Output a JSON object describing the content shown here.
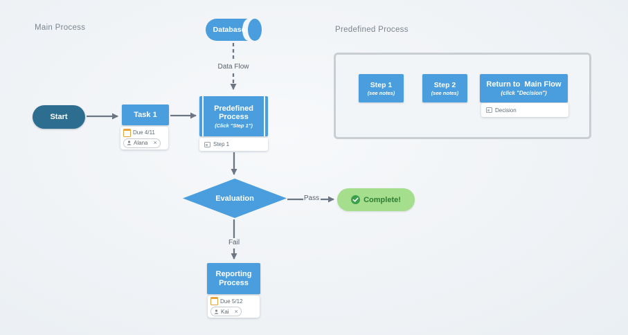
{
  "section_labels": {
    "main_process": "Main Process",
    "predefined_process": "Predefined Process"
  },
  "nodes": {
    "database": {
      "label": "Database"
    },
    "start": {
      "label": "Start"
    },
    "task1": {
      "label": "Task 1",
      "due": "Due 4/11",
      "assignee": "Alana"
    },
    "predefined": {
      "line1": "Predefined",
      "line2": "Process",
      "subtitle": "(Click \"Step 1\")",
      "tag": "Step 1"
    },
    "evaluation": {
      "label": "Evaluation"
    },
    "complete": {
      "label": "Complete!"
    },
    "reporting": {
      "line1": "Reporting",
      "line2": "Process",
      "due": "Due 5/12",
      "assignee": "Kai"
    },
    "step1": {
      "label": "Step 1",
      "subtitle": "(see notes)"
    },
    "step2": {
      "label": "Step 2",
      "subtitle": "(see notes)"
    },
    "return_flow": {
      "label": "Return to  Main Flow",
      "subtitle": "(click \"Decision\")",
      "tag": "Decision"
    }
  },
  "edge_labels": {
    "data_flow": "Data Flow",
    "pass": "Pass",
    "fail": "Fail"
  },
  "icons": {
    "calendar_icon": "calendar",
    "person_icon": "person",
    "remove_icon": "×",
    "check_circle_icon": "check-circle",
    "shape_link_icon": "shape-link"
  },
  "colors": {
    "shape_blue": "#4A9EDD",
    "start_blue": "#2D6E90",
    "complete_green_bg": "#A5DE8D",
    "complete_green_text": "#2E7D33",
    "arrow_gray": "#6B7682",
    "label_gray": "#7B858E"
  }
}
